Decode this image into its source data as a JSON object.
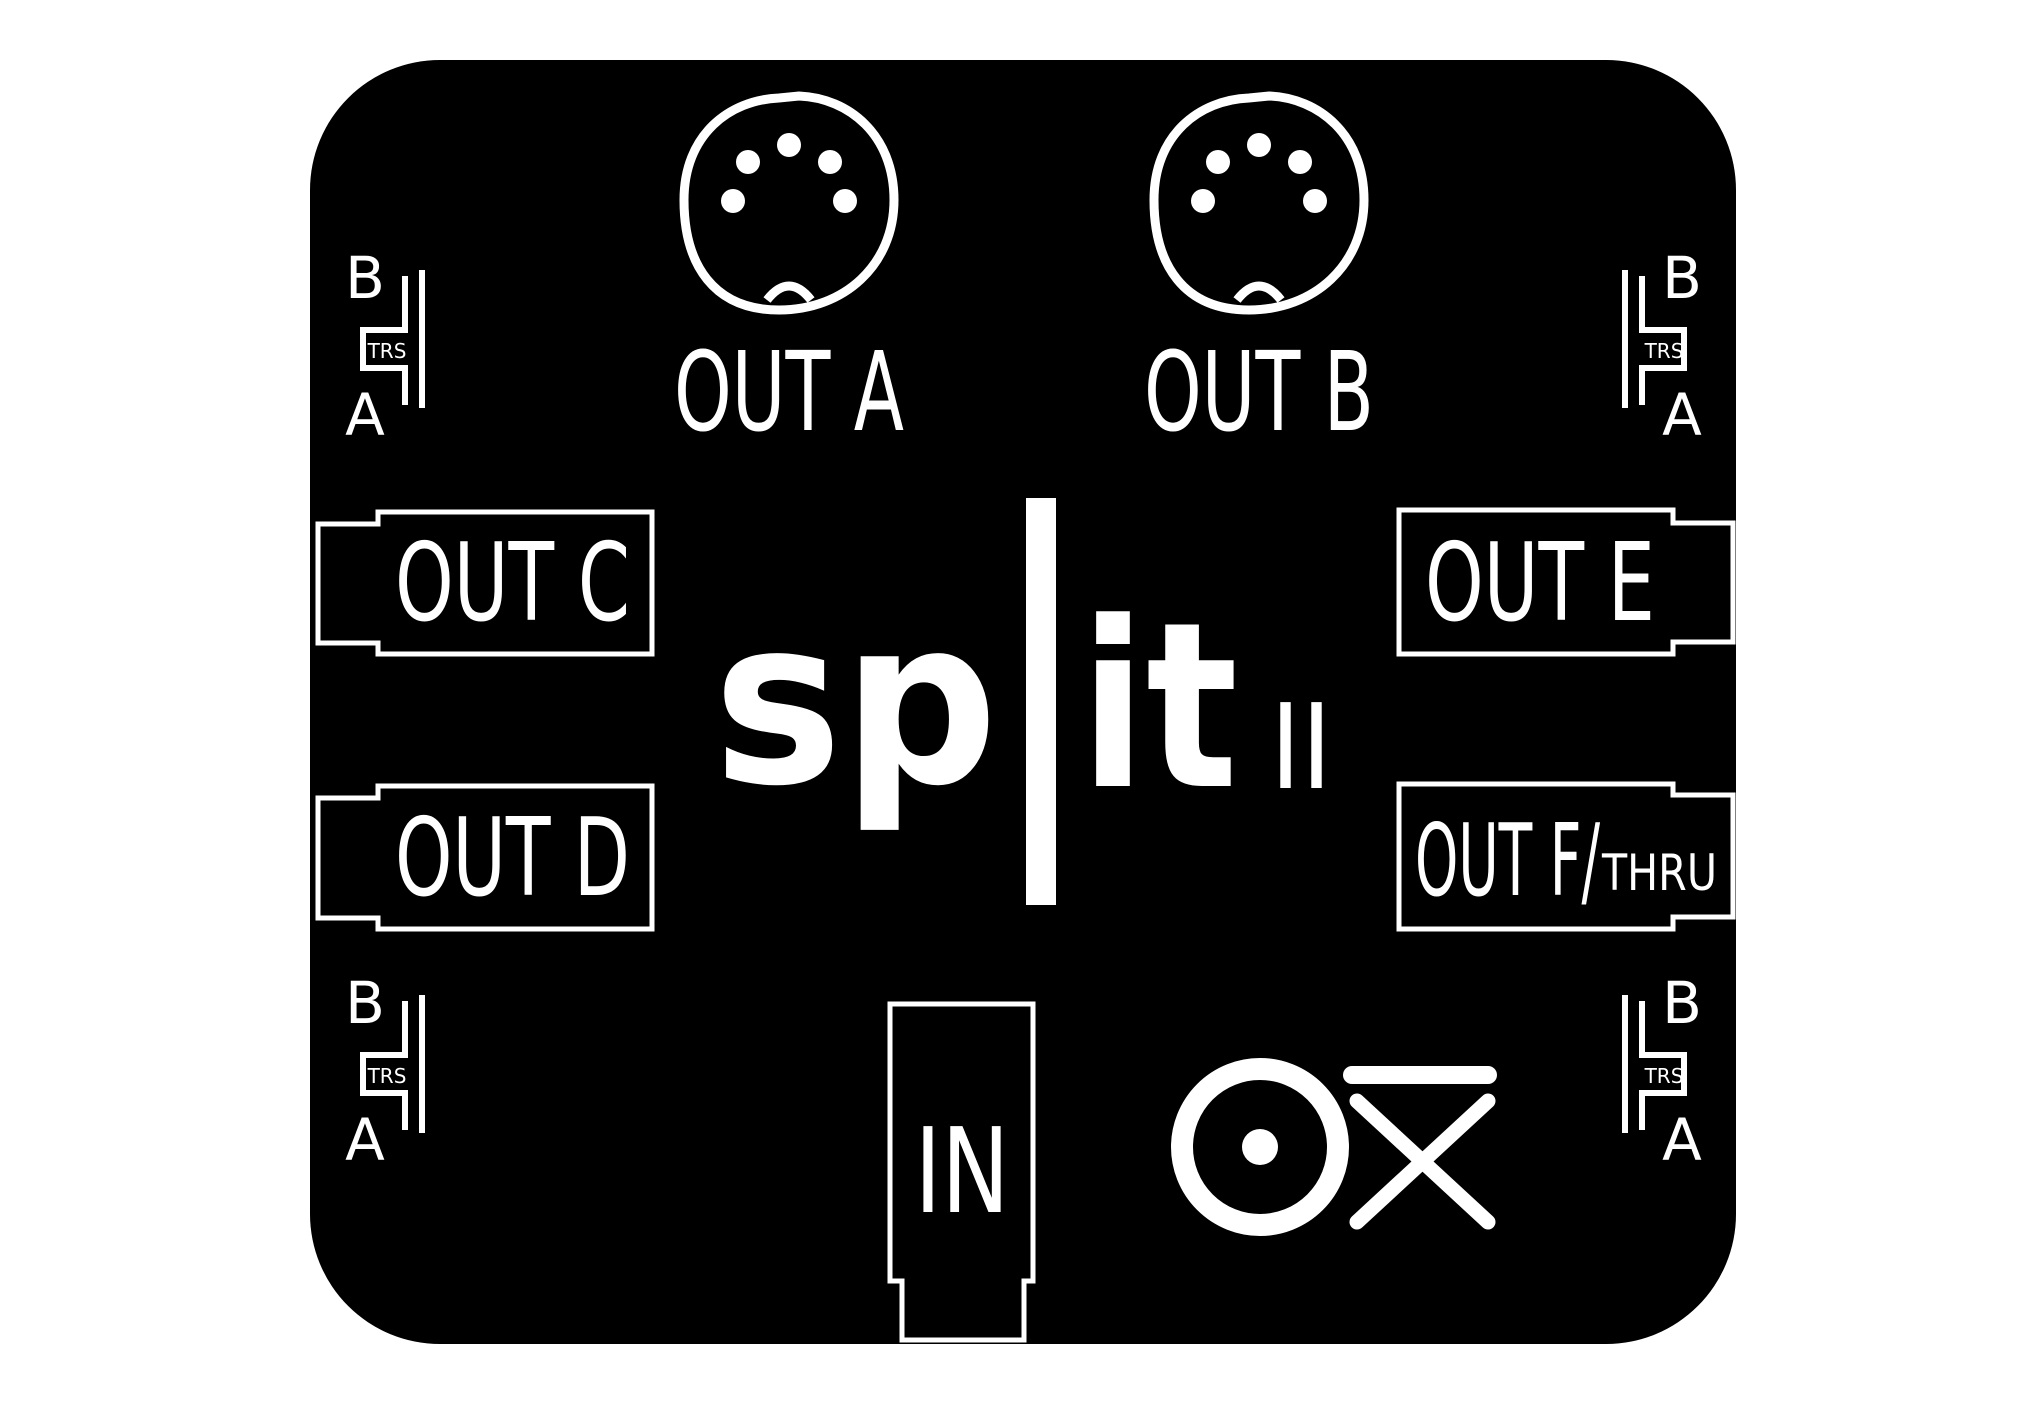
{
  "colors": {
    "panel": "#000000",
    "ink": "#ffffff",
    "page": "#ffffff"
  },
  "product": {
    "name_prefix": "sp",
    "name_suffix": "it",
    "version": "II"
  },
  "midi_outputs": [
    {
      "id": "out-a",
      "label": "OUT A",
      "connector": "5-pin DIN"
    },
    {
      "id": "out-b",
      "label": "OUT B",
      "connector": "5-pin DIN"
    }
  ],
  "side_outputs": [
    {
      "id": "out-c",
      "label": "OUT C"
    },
    {
      "id": "out-d",
      "label": "OUT D"
    },
    {
      "id": "out-e",
      "label": "OUT E"
    },
    {
      "id": "out-f",
      "label": "OUT F/",
      "sublabel": "THRU"
    }
  ],
  "input": {
    "label": "IN"
  },
  "trs_switch": {
    "top": "B",
    "middle": "TRS",
    "bottom": "A"
  },
  "logo": {
    "name": "ox-logo-icon"
  }
}
